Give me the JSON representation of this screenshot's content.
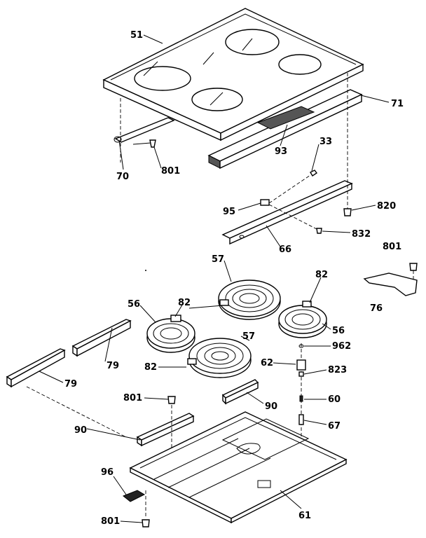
{
  "labels": {
    "l51": "51",
    "l71": "71",
    "l93": "93",
    "l33": "33",
    "l70": "70",
    "l801a": "801",
    "l820": "820",
    "l95": "95",
    "l832": "832",
    "l66": "66",
    "l801b": "801",
    "l57a": "57",
    "l82a": "82",
    "l76": "76",
    "l56a": "56",
    "l82b": "82",
    "l56b": "56",
    "l57b": "57",
    "l962": "962",
    "l79a": "79",
    "l82c": "82",
    "l62": "62",
    "l823": "823",
    "l79b": "79",
    "l801c": "801",
    "l90a": "90",
    "l60": "60",
    "l90b": "90",
    "l67": "67",
    "l96": "96",
    "l61": "61",
    "l801d": "801"
  }
}
